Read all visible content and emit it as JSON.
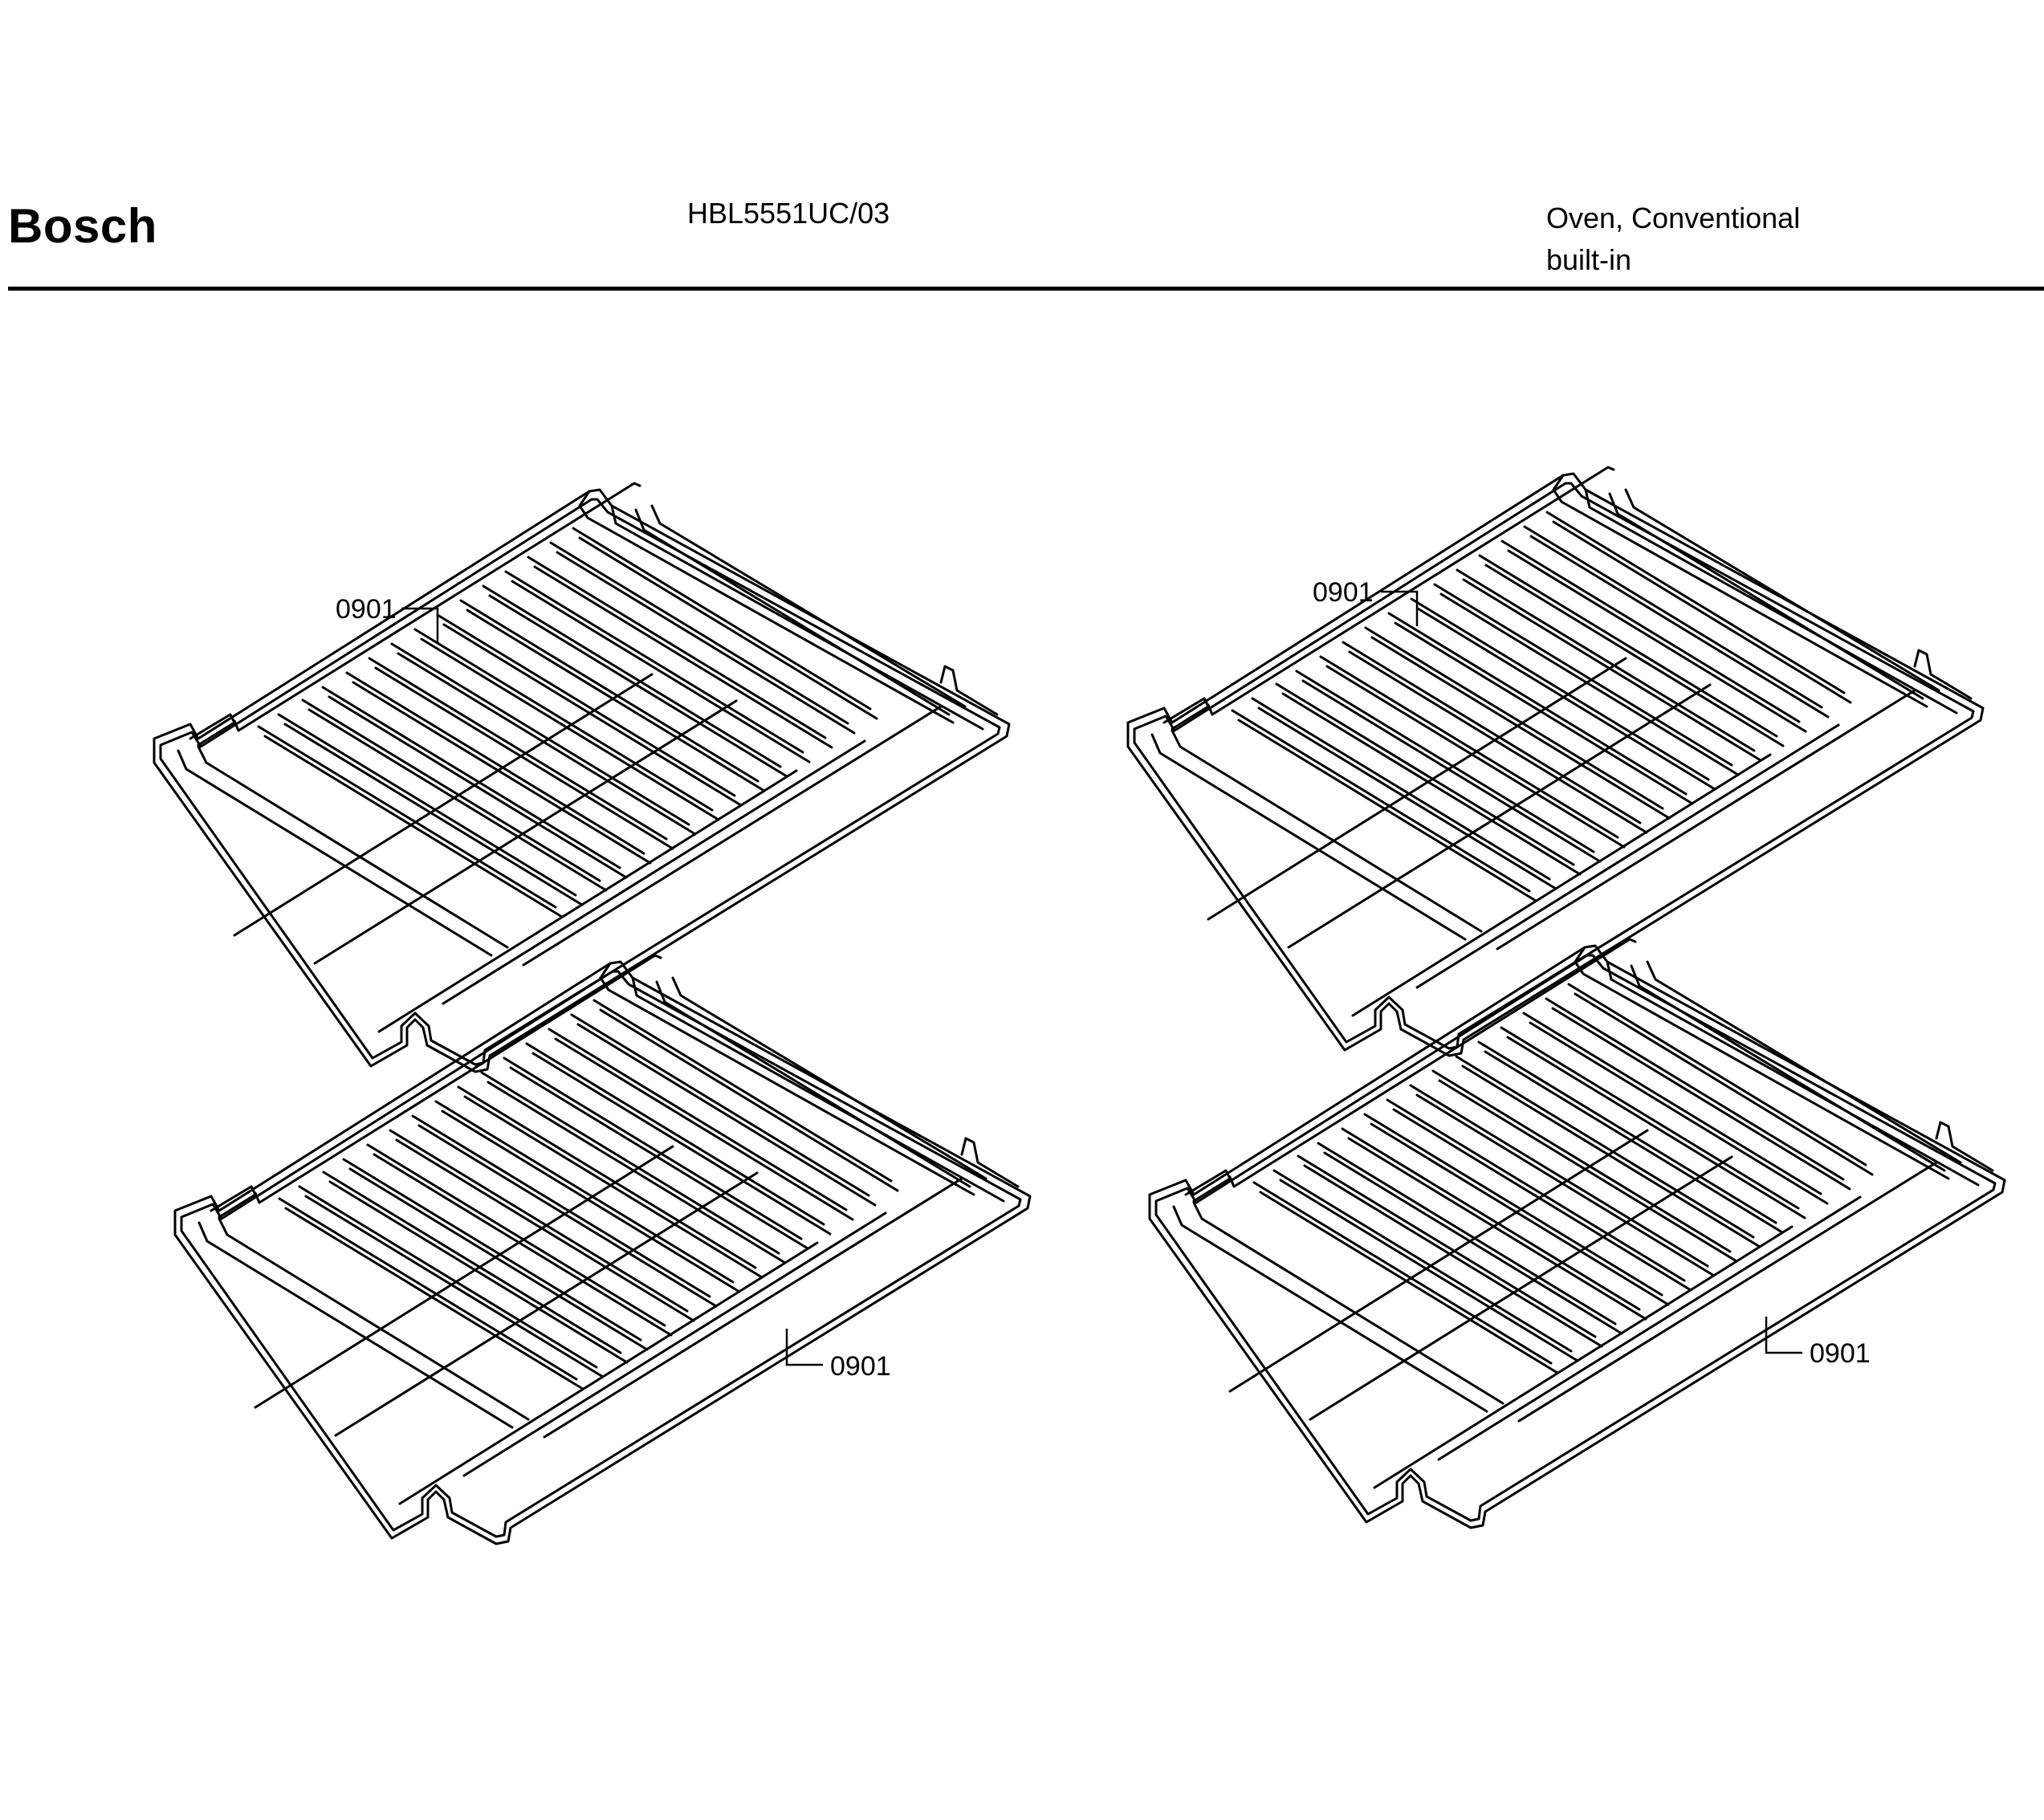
{
  "header": {
    "brand": "Bosch",
    "model": "HBL5551UC/03",
    "description_line1": "Oven, Conventional",
    "description_line2": "built-in"
  },
  "parts": [
    {
      "id": "rack-1",
      "callout": "0901"
    },
    {
      "id": "rack-2",
      "callout": "0901"
    },
    {
      "id": "rack-3",
      "callout": "0901"
    },
    {
      "id": "rack-4",
      "callout": "0901"
    }
  ],
  "colors": {
    "line": "#000000",
    "background": "#ffffff"
  }
}
